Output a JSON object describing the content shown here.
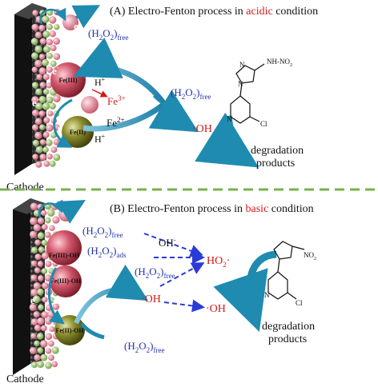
{
  "colors": {
    "blue_text": "#2233aa",
    "red_text": "#d41a1a",
    "arrow_teal": "#1f8bb0",
    "dashed_blue": "#2b3bd8",
    "separator_green": "#78b14a",
    "electrode_dark": "#2b2b2b",
    "fe3_sphere": "#c23a4a",
    "fe2_sphere": "#7a7a1e",
    "particle_pink": "#e08a9a",
    "particle_green": "#9cc27a"
  },
  "panel_a": {
    "title_prefix": "(A) Electro-Fenton process in ",
    "title_highlight": "acidic",
    "title_suffix": " condition",
    "cathode_label": "Cathode",
    "h2o2_top": "(H",
    "sub_2a": "2",
    "o_a": "O",
    "sub_2b": "2",
    "close_a": ")",
    "free_a": "free",
    "h2o2_mid": "(H",
    "sub_2c": "2",
    "o_b": "O",
    "sub_2d": "2",
    "close_b": ")",
    "free_b": "free",
    "sphere_fe3": "Fe(III)",
    "sphere_fe2": "Fe(II)",
    "h_plus_top": "H",
    "h_plus_bottom": "H",
    "plus": "+",
    "fe3_ion": "Fe",
    "fe3_charge": "3+",
    "fe2_ion": "Fe",
    "fe2_charge": "2+",
    "oh_radical": "·OH",
    "electron_1": "e",
    "electron_2": "e",
    "electron_3": "e",
    "electron_4": "e",
    "electron_minus": "-",
    "molecule_no2": "NO",
    "molecule_no2_sub": "2",
    "molecule_nh": "N",
    "molecule_h": "H",
    "molecule_n1": "N",
    "molecule_n2": "N",
    "molecule_n3": "N",
    "molecule_cl": "Cl",
    "products_line1": "degradation",
    "products_line2": "products"
  },
  "panel_b": {
    "title_prefix": "(B) Electro-Fenton process in ",
    "title_highlight": "basic",
    "title_suffix": " condition",
    "cathode_label": "Cathode",
    "h2o2_free_1_text": "(H",
    "h2o2_free_1_sub": "free",
    "h2o2_ads_text": "(H",
    "h2o2_ads_sub": "ads",
    "h2o2_free_2_text": "(H",
    "h2o2_free_2_sub": "free",
    "h2o2_free_3_text": "(H",
    "h2o2_free_3_sub": "free",
    "two": "2",
    "o": "O",
    "close": ")",
    "oh_minus": "OH",
    "minus": "-",
    "ho2": "HO",
    "ho2_sub": "2",
    "ho2_dot": "·",
    "oh_radical_1": "·OH",
    "oh_radical_2": "·OH",
    "sphere_fe3_oh": "Fe(III)-OH",
    "sphere_fe3_oh_2": "Fe(III)-OH",
    "sphere_fe2_oh": "Fe(II)-OH",
    "electron": "e",
    "electron_minus": "-",
    "molecule_no2": "NO",
    "molecule_no2_sub": "2",
    "molecule_n": "N",
    "molecule_cl": "Cl",
    "products_line1": "degradation",
    "products_line2": "products"
  }
}
